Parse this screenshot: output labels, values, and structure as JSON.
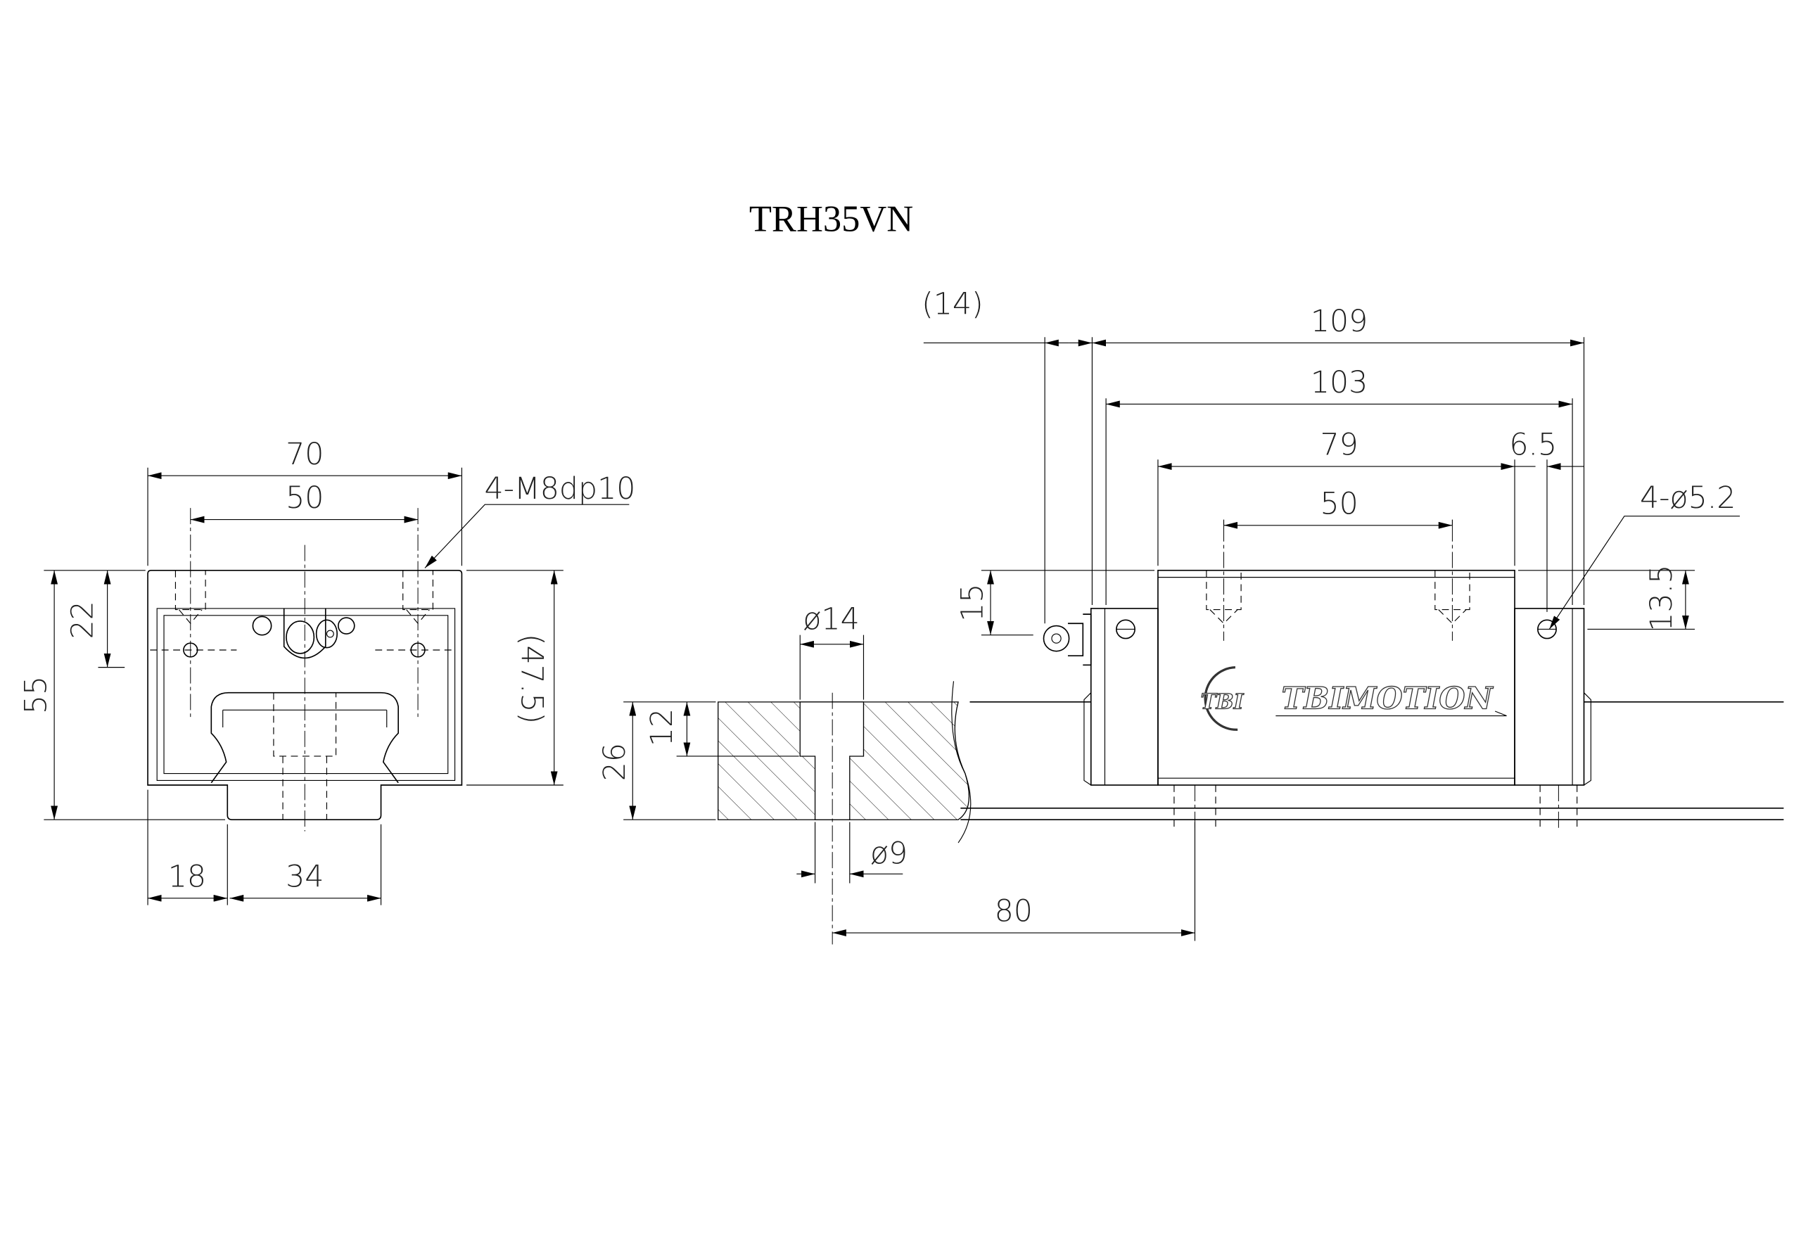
{
  "title": "TRH35VN",
  "front_view": {
    "width": "70",
    "mount_spacing": "50",
    "tap_callout": "4-M8dp10",
    "height": "55",
    "tap_height": "22",
    "block_height": "(47.5)",
    "rail_offset": "18",
    "rail_width": "34"
  },
  "rail_section": {
    "counterbore_dia": "ø14",
    "counterbore_depth": "12",
    "rail_height": "26",
    "hole_dia": "ø9",
    "pitch": "80"
  },
  "side_view": {
    "nipple_length": "(14)",
    "overall_length": "109",
    "body_length": "103",
    "steel_length": "79",
    "end_offset": "6.5",
    "mount_spacing": "50",
    "hole_callout": "4-ø5.2",
    "nipple_height": "15",
    "hole_height": "13.5",
    "logo_brand": "TBIMOTION",
    "logo_mark": "TBI"
  }
}
